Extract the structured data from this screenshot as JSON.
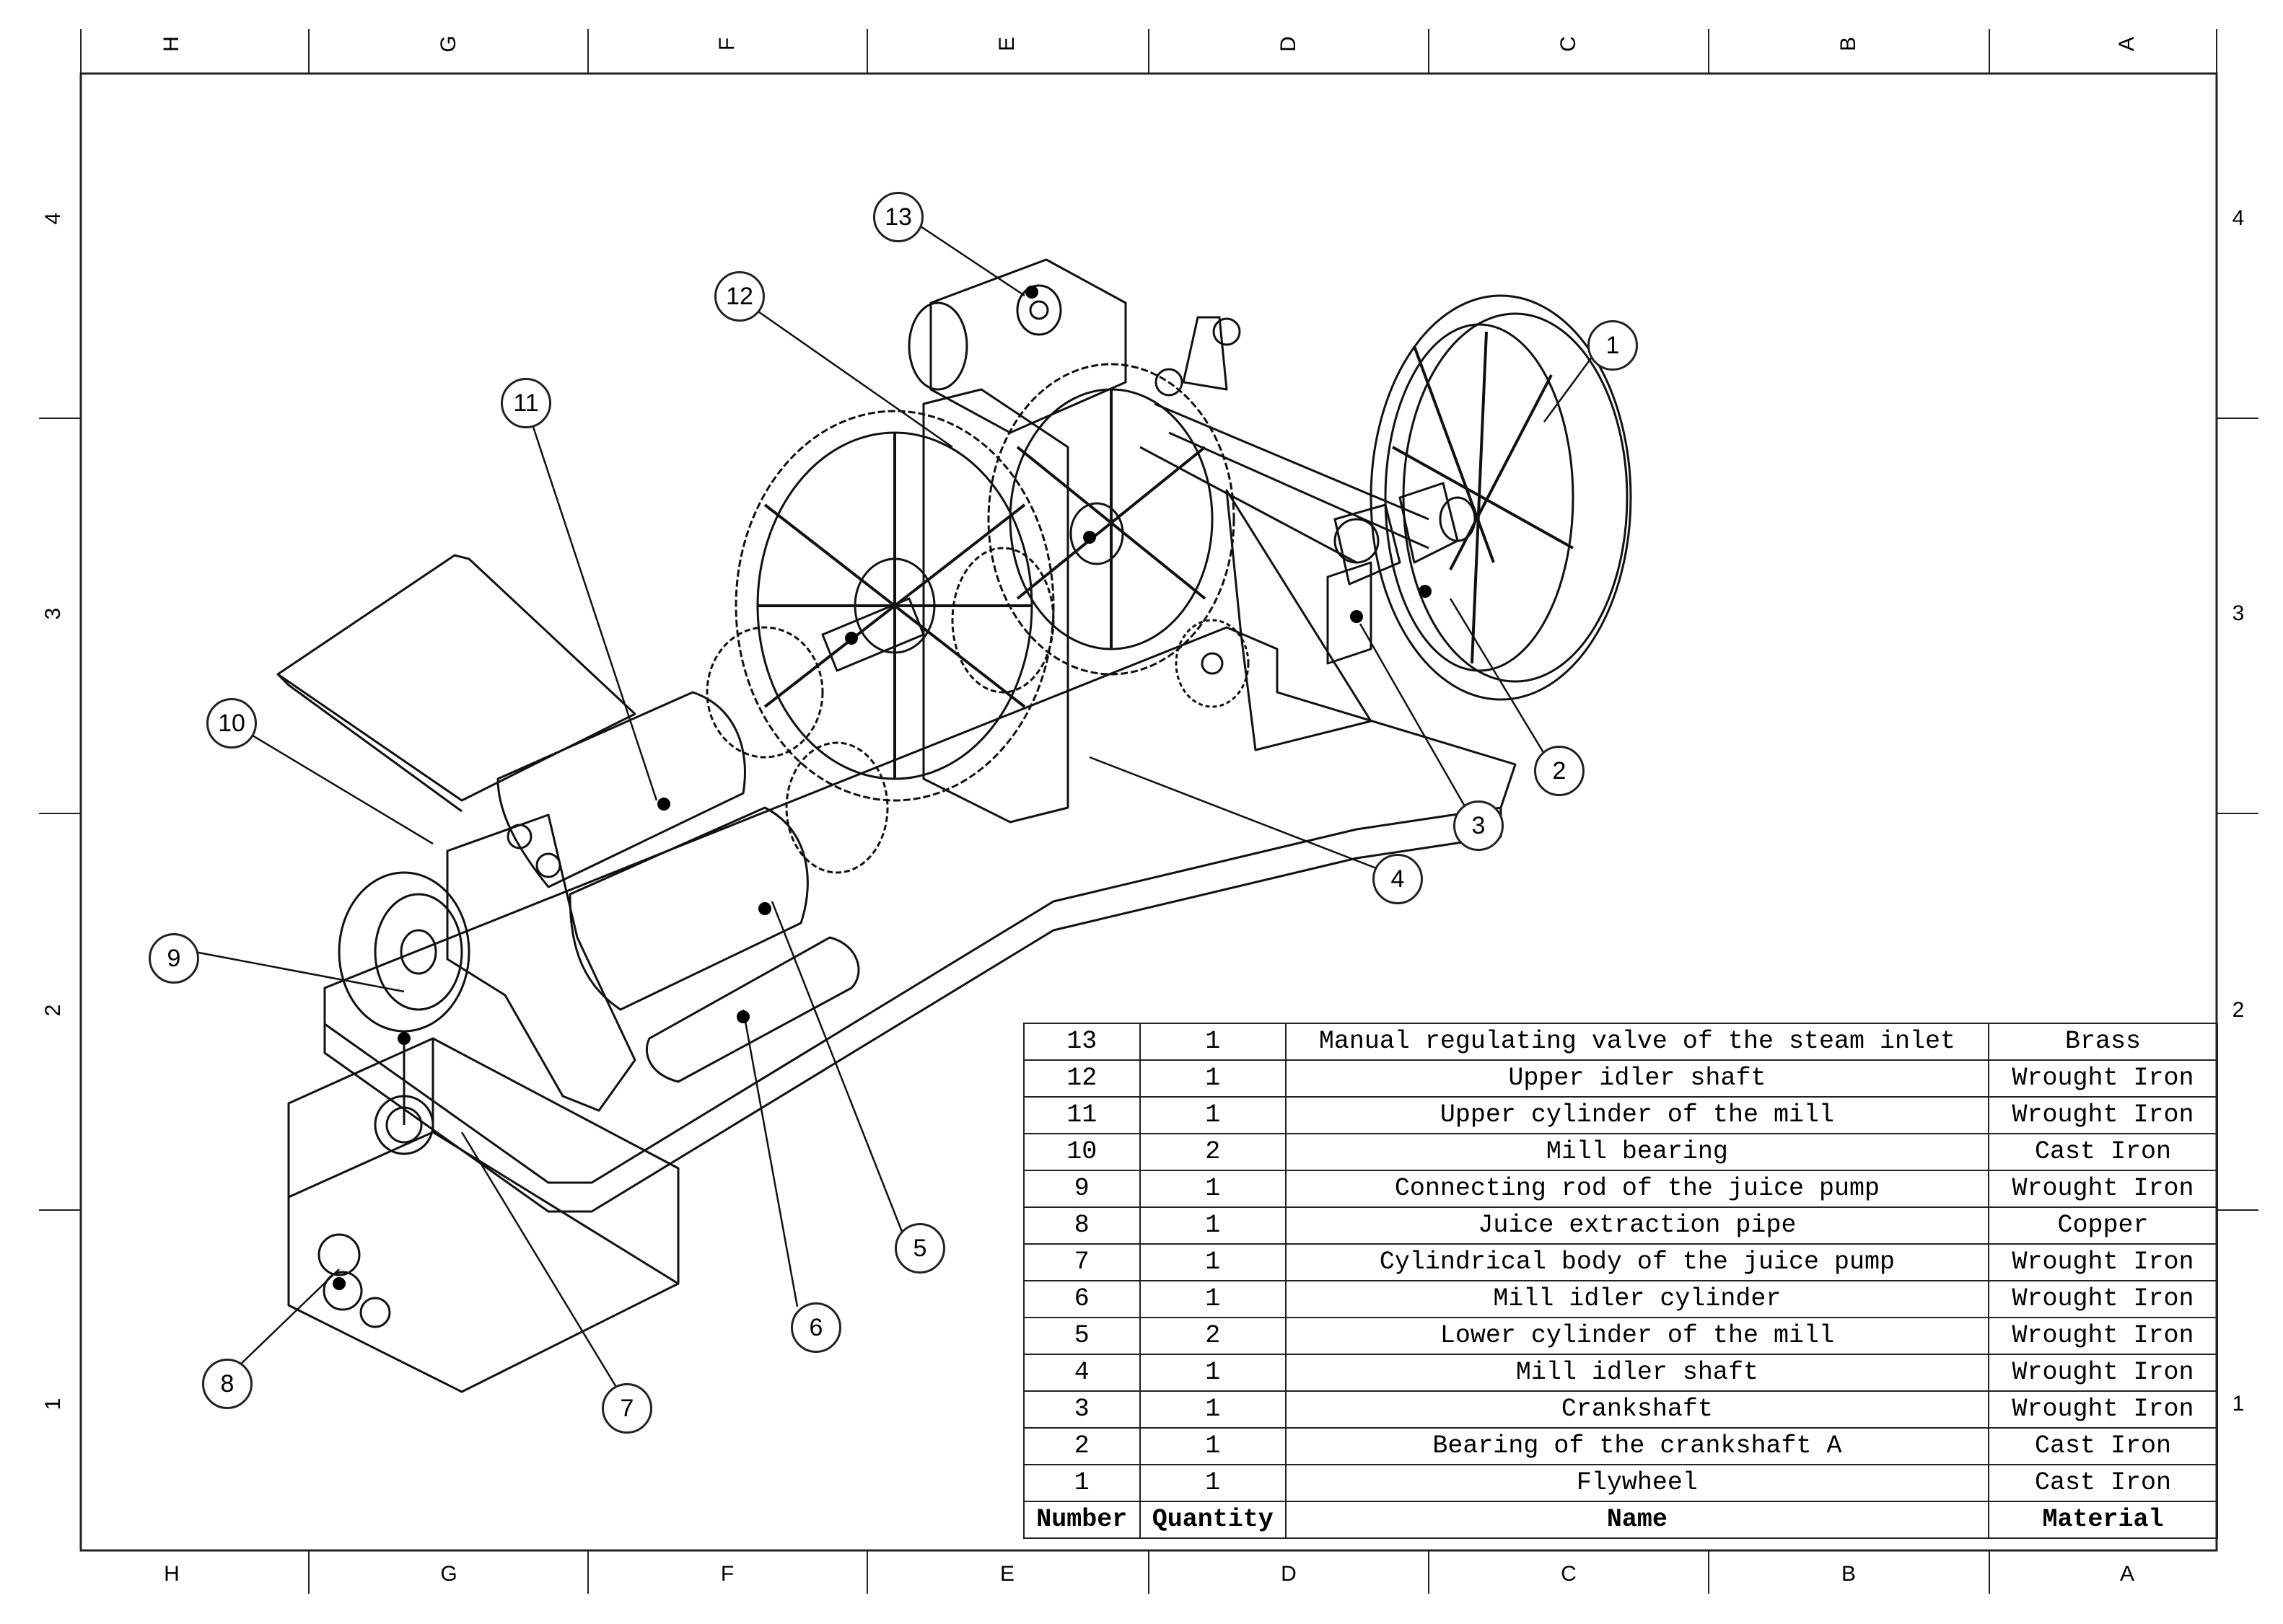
{
  "zones": {
    "columns_top": [
      "H",
      "G",
      "F",
      "E",
      "D",
      "C",
      "B",
      "A"
    ],
    "columns_bottom": [
      "H",
      "G",
      "F",
      "E",
      "D",
      "C",
      "B",
      "A"
    ],
    "rows_left": [
      "4",
      "3",
      "2",
      "1"
    ],
    "rows_right": [
      "4",
      "3",
      "2",
      "1"
    ]
  },
  "callouts": [
    "1",
    "2",
    "3",
    "4",
    "5",
    "6",
    "7",
    "8",
    "9",
    "10",
    "11",
    "12",
    "13"
  ],
  "bom": {
    "headers": {
      "number": "Number",
      "quantity": "Quantity",
      "name": "Name",
      "material": "Material"
    },
    "rows": [
      {
        "number": "13",
        "quantity": "1",
        "name": "Manual regulating valve of the steam inlet",
        "material": "Brass"
      },
      {
        "number": "12",
        "quantity": "1",
        "name": "Upper idler shaft",
        "material": "Wrought Iron"
      },
      {
        "number": "11",
        "quantity": "1",
        "name": "Upper cylinder of the mill",
        "material": "Wrought Iron"
      },
      {
        "number": "10",
        "quantity": "2",
        "name": "Mill bearing",
        "material": "Cast Iron"
      },
      {
        "number": "9",
        "quantity": "1",
        "name": "Connecting rod of the juice pump",
        "material": "Wrought Iron"
      },
      {
        "number": "8",
        "quantity": "1",
        "name": "Juice extraction pipe",
        "material": "Copper"
      },
      {
        "number": "7",
        "quantity": "1",
        "name": "Cylindrical body of the juice pump",
        "material": "Wrought Iron"
      },
      {
        "number": "6",
        "quantity": "1",
        "name": "Mill idler cylinder",
        "material": "Wrought Iron"
      },
      {
        "number": "5",
        "quantity": "2",
        "name": "Lower cylinder of the mill",
        "material": "Wrought Iron"
      },
      {
        "number": "4",
        "quantity": "1",
        "name": "Mill idler shaft",
        "material": "Wrought Iron"
      },
      {
        "number": "3",
        "quantity": "1",
        "name": "Crankshaft",
        "material": "Wrought Iron"
      },
      {
        "number": "2",
        "quantity": "1",
        "name": "Bearing of the crankshaft A",
        "material": "Cast Iron"
      },
      {
        "number": "1",
        "quantity": "1",
        "name": "Flywheel",
        "material": "Cast Iron"
      }
    ]
  }
}
